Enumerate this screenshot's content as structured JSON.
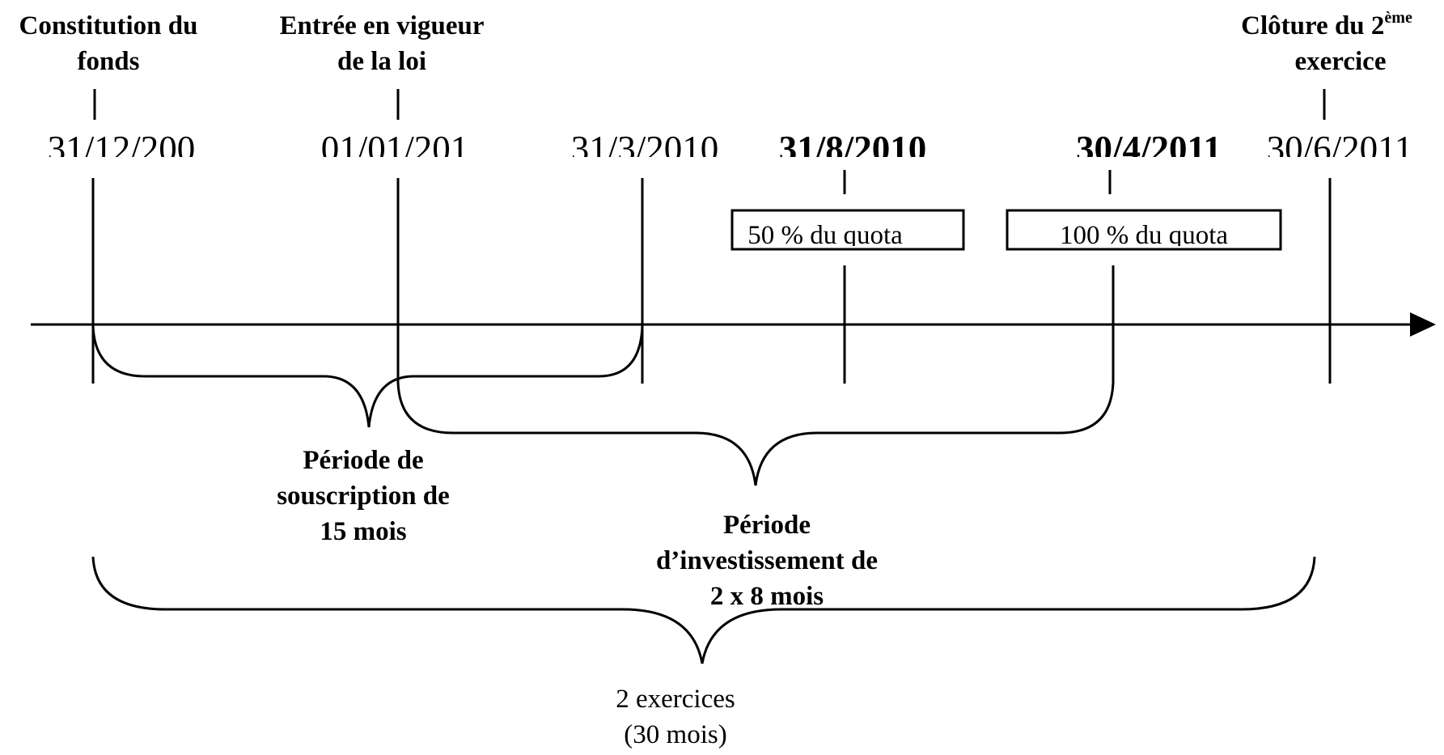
{
  "headers": {
    "constitution": [
      "Constitution du",
      "fonds"
    ],
    "entree": [
      "Entrée en vigueur",
      "de la loi"
    ],
    "cloture": {
      "line1": "Clôture du 2",
      "sup": "ème",
      "line2": "exercice"
    }
  },
  "dates": {
    "d1": "31/12/200",
    "d2": "01/01/201",
    "d3": "31/3/2010",
    "d4": "31/8/2010",
    "d5": "30/4/2011",
    "d6": "30/6/2011"
  },
  "quotas": {
    "q50": "50 % du quota",
    "q100": "100 % du quota"
  },
  "periods": {
    "souscription": [
      "Période de",
      "souscription de",
      "15 mois"
    ],
    "investissement": [
      "Période",
      "d’investissement de",
      "2 x 8 mois"
    ],
    "exercices": [
      "2 exercices",
      "(30 mois)"
    ]
  }
}
